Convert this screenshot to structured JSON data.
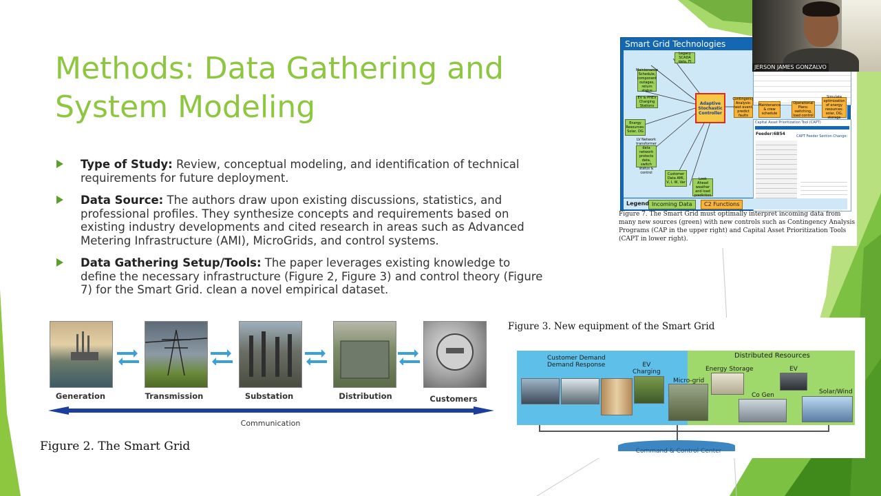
{
  "slide": {
    "title": "Methods: Data Gathering and System Modeling",
    "bullets": [
      {
        "label": "Type of Study:",
        "text": " Review, conceptual modeling, and identification of technical requirements for future deployment."
      },
      {
        "label": "Data Source:",
        "text": " The authors draw upon existing discussions, statistics, and professional profiles. They synthesize concepts and requirements based on existing industry developments and cited research in areas such as Advanced Metering Infrastructure (AMI), MicroGrids, and control systems."
      },
      {
        "label": "Data Gathering Setup/Tools:",
        "text": " The paper leverages existing knowledge to define the necessary infrastructure (Figure 2, Figure 3) and control theory (Figure 7) for the Smart Grid. clean a novel empirical dataset."
      }
    ]
  },
  "figure7": {
    "image_title": "Smart Grid Technologies",
    "controller": "Adaptive Stochastic Controller",
    "boxes": {
      "maintenance": "Maintenance Schedule, component outages, return status",
      "legacy": "Legacy SCADA data, FI",
      "ev": "EV & PHEV Charging Stations",
      "energy": "Energy Resources: Solar, DG",
      "transformer": "LV Network transformer data network protects data, switch status & control",
      "customer": "Customer Data AMI, V, I, W, Var",
      "lookahead": "Look Ahead weather and load prediction",
      "contingency": "Contingency Analysis: next event, predict faults",
      "crew": "Maintenance & crew schedule",
      "plans": "Operational Plans: switching, load control",
      "simulate": "Simulate optimization of energy resources: solar, DG, storage"
    },
    "capt_title": "Capital Asset Prioritization Tool (CAPT)",
    "capt_section": "CAPT Feeder Section Change:",
    "feeder": "Feeder:6B54",
    "legend_label": "Legend:",
    "legend_incoming": "Incoming Data",
    "legend_c2": "C2 Functions",
    "caption": "Figure 7.  The Smart Grid must optimally interpret incoming data from many new sources (green) with new controls such as Contingency Analysis Programs (CAP in the upper right) and Capital Asset Prioritization Tools (CAPT in lower right)."
  },
  "webcam": {
    "name": "JERSON JAMES GONZALVO"
  },
  "figure2": {
    "stages": [
      "Generation",
      "Transmission",
      "Substation",
      "Distribution",
      "Customers"
    ],
    "communication": "Communication",
    "caption": "Figure 2. The Smart Grid"
  },
  "figure3": {
    "caption": "Figure 3.  New equipment of the Smart Grid",
    "customer_demand": "Customer Demand\nDemand Response",
    "ev_charging": "EV\nCharging",
    "micro_grid": "Micro-grid",
    "distributed": "Distributed Resources",
    "energy_storage": "Energy Storage",
    "ev": "EV",
    "co_gen": "Co Gen",
    "solar_wind": "Solar/Wind",
    "command": "Command & Control Center"
  },
  "colors": {
    "title_green": "#8dc63f",
    "bullet_arrow": "#5aa02c",
    "decor_dark_green": "#4b8f1c",
    "decor_light_green": "#a7d86a",
    "fig7_blue": "#1468b3",
    "fig3_blue": "#5ec0e8",
    "fig3_green": "#9fd86b",
    "comm_arrow": "#1b3f9b"
  }
}
